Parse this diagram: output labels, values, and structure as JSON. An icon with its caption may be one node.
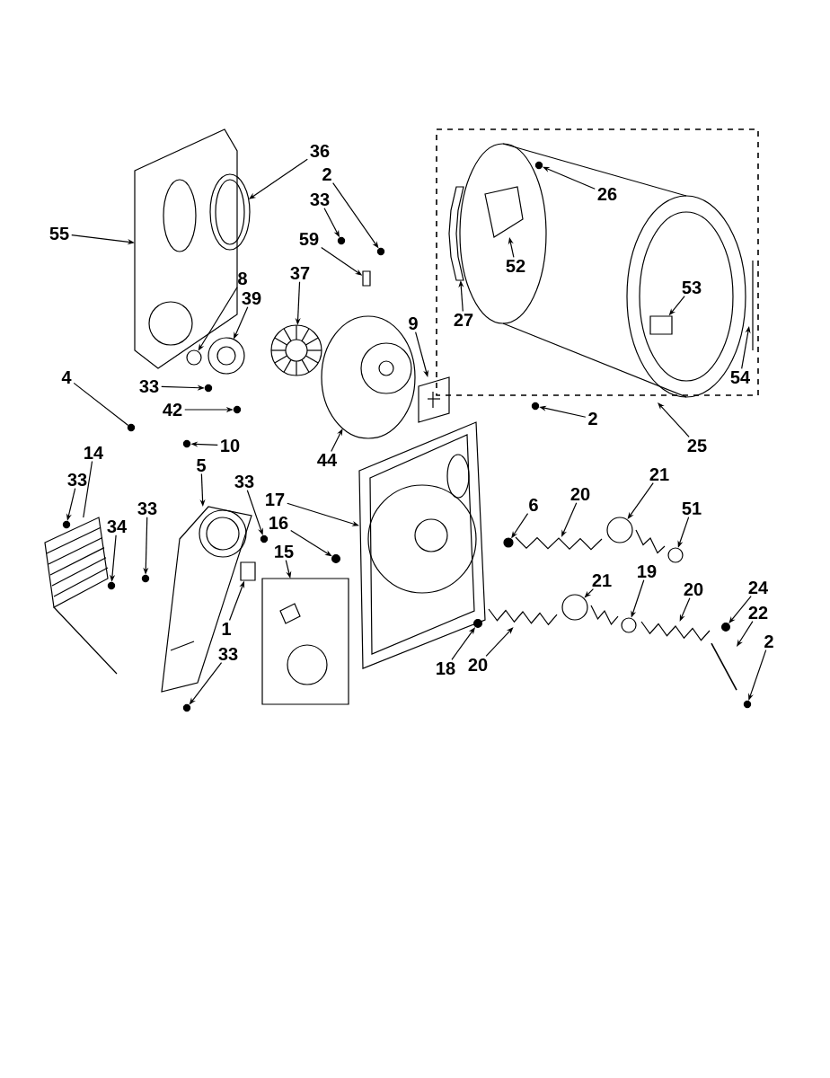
{
  "diagram": {
    "nodes": [
      {
        "text": [
          "55"
        ]
      },
      {
        "text": [
          "36"
        ]
      },
      {
        "text": [
          "2"
        ]
      },
      {
        "text": [
          "33"
        ]
      },
      {
        "text": [
          "59"
        ]
      },
      {
        "text": [
          "37"
        ]
      },
      {
        "text": [
          "8"
        ]
      },
      {
        "text": [
          "39"
        ]
      },
      {
        "text": [
          "9"
        ]
      },
      {
        "text": [
          "26"
        ]
      },
      {
        "text": [
          "52"
        ]
      },
      {
        "text": [
          "27"
        ]
      },
      {
        "text": [
          "53"
        ]
      },
      {
        "text": [
          "54"
        ]
      },
      {
        "text": [
          "4"
        ]
      },
      {
        "text": [
          "33"
        ]
      },
      {
        "text": [
          "42"
        ]
      },
      {
        "text": [
          "10"
        ]
      },
      {
        "text": [
          "44"
        ]
      },
      {
        "text": [
          "2"
        ]
      },
      {
        "text": [
          "25"
        ]
      },
      {
        "text": [
          "14"
        ]
      },
      {
        "text": [
          "33"
        ]
      },
      {
        "text": [
          "5"
        ]
      },
      {
        "text": [
          "34"
        ]
      },
      {
        "text": [
          "33"
        ]
      },
      {
        "text": [
          "33"
        ]
      },
      {
        "text": [
          "17"
        ]
      },
      {
        "text": [
          "16"
        ]
      },
      {
        "text": [
          "15"
        ]
      },
      {
        "text": [
          "1"
        ]
      },
      {
        "text": [
          "33"
        ]
      },
      {
        "text": [
          "6"
        ]
      },
      {
        "text": [
          "20"
        ]
      },
      {
        "text": [
          "21"
        ]
      },
      {
        "text": [
          "51"
        ]
      },
      {
        "text": [
          "21"
        ]
      },
      {
        "text": [
          "19"
        ]
      },
      {
        "text": [
          "20"
        ]
      },
      {
        "text": [
          "24"
        ]
      },
      {
        "text": [
          "22"
        ]
      },
      {
        "text": [
          "2"
        ]
      },
      {
        "text": [
          "18"
        ]
      },
      {
        "text": [
          "20"
        ]
      },
      {
        "text": [],
        "shape": "picture"
      },
      {
        "text": [],
        "shape": "picture"
      },
      {
        "text": [],
        "shape": "circle"
      },
      {
        "text": [],
        "shape": "circle"
      },
      {
        "text": [],
        "shape": "box"
      },
      {
        "text": [],
        "shape": "picture"
      },
      {
        "text": [],
        "shape": "circle"
      },
      {
        "text": [],
        "shape": "picture"
      },
      {
        "text": [],
        "shape": "picture"
      },
      {
        "text": [],
        "shape": "circle"
      },
      {
        "text": [],
        "shape": "picture"
      },
      {
        "text": [],
        "shape": "picture"
      },
      {
        "text": [],
        "shape": "box"
      },
      {
        "text": [],
        "shape": "picture"
      },
      {
        "text": [],
        "shape": "circle"
      },
      {
        "text": [],
        "shape": "circle"
      },
      {
        "text": [],
        "shape": "circle"
      },
      {
        "text": [],
        "shape": "circle"
      },
      {
        "text": [],
        "shape": "picture"
      },
      {
        "text": [],
        "shape": "circle"
      },
      {
        "text": [],
        "shape": "picture"
      },
      {
        "text": [],
        "shape": "circle"
      },
      {
        "text": [],
        "shape": "picture"
      },
      {
        "text": [],
        "shape": "circle"
      },
      {
        "text": [],
        "shape": "circle"
      },
      {
        "text": [],
        "shape": "circle"
      },
      {
        "text": [],
        "shape": "picture"
      },
      {
        "text": [],
        "shape": "circle"
      },
      {
        "text": [],
        "shape": "picture"
      },
      {
        "text": [],
        "shape": "box"
      },
      {
        "text": [],
        "shape": "circle"
      },
      {
        "text": [],
        "shape": "circle"
      },
      {
        "text": [],
        "shape": "picture"
      },
      {
        "text": [],
        "shape": "circle"
      },
      {
        "text": [],
        "shape": "circle"
      },
      {
        "text": [],
        "shape": "circle"
      },
      {
        "text": [],
        "shape": "circle"
      },
      {
        "text": [],
        "shape": "picture"
      },
      {
        "text": [],
        "shape": "circle"
      },
      {
        "text": [],
        "shape": "picture"
      },
      {
        "text": [],
        "shape": "circle"
      },
      {
        "text": [],
        "shape": "circle"
      },
      {
        "text": [],
        "shape": "picture"
      }
    ],
    "edges": [
      {
        "from": 0,
        "to": 44,
        "arrow": "to"
      },
      {
        "from": 1,
        "to": 45,
        "arrow": "to"
      },
      {
        "from": 2,
        "to": 46,
        "arrow": "to"
      },
      {
        "from": 3,
        "to": 47,
        "arrow": "to"
      },
      {
        "from": 4,
        "to": 48,
        "arrow": "to"
      },
      {
        "from": 5,
        "to": 49,
        "arrow": "to"
      },
      {
        "from": 6,
        "to": 50,
        "arrow": "to"
      },
      {
        "from": 7,
        "to": 51,
        "arrow": "to"
      },
      {
        "from": 8,
        "to": 52,
        "arrow": "to"
      },
      {
        "from": 9,
        "to": 53,
        "arrow": "to"
      },
      {
        "from": 10,
        "to": 54,
        "arrow": "to"
      },
      {
        "from": 11,
        "to": 55,
        "arrow": "to"
      },
      {
        "from": 12,
        "to": 56,
        "arrow": "to"
      },
      {
        "from": 13,
        "to": 57,
        "arrow": "to"
      },
      {
        "from": 14,
        "to": 58,
        "arrow": "none"
      },
      {
        "from": 15,
        "to": 59,
        "arrow": "to"
      },
      {
        "from": 16,
        "to": 60,
        "arrow": "to"
      },
      {
        "from": 17,
        "to": 61,
        "arrow": "to"
      },
      {
        "from": 18,
        "to": 62,
        "arrow": "to"
      },
      {
        "from": 19,
        "to": 63,
        "arrow": "to"
      },
      {
        "from": 20,
        "to": null,
        "arrow": "to"
      },
      {
        "from": 21,
        "to": 64,
        "arrow": "none"
      },
      {
        "from": 22,
        "to": 65,
        "arrow": "to"
      },
      {
        "from": 23,
        "to": 66,
        "arrow": "to"
      },
      {
        "from": 24,
        "to": 67,
        "arrow": "to"
      },
      {
        "from": 25,
        "to": 68,
        "arrow": "to"
      },
      {
        "from": 26,
        "to": 69,
        "arrow": "to"
      },
      {
        "from": 27,
        "to": 70,
        "arrow": "to"
      },
      {
        "from": 28,
        "to": 71,
        "arrow": "to"
      },
      {
        "from": 29,
        "to": 72,
        "arrow": "to"
      },
      {
        "from": 30,
        "to": 73,
        "arrow": "to"
      },
      {
        "from": 31,
        "to": 74,
        "arrow": "to"
      },
      {
        "from": 32,
        "to": 75,
        "arrow": "to"
      },
      {
        "from": 33,
        "to": 76,
        "arrow": "to"
      },
      {
        "from": 34,
        "to": 77,
        "arrow": "to"
      },
      {
        "from": 35,
        "to": 78,
        "arrow": "to"
      },
      {
        "from": 36,
        "to": 79,
        "arrow": "to"
      },
      {
        "from": 37,
        "to": 80,
        "arrow": "to"
      },
      {
        "from": 38,
        "to": 81,
        "arrow": "to"
      },
      {
        "from": 39,
        "to": 82,
        "arrow": "to"
      },
      {
        "from": 40,
        "to": 83,
        "arrow": "to"
      },
      {
        "from": 41,
        "to": 84,
        "arrow": "to"
      },
      {
        "from": 42,
        "to": 85,
        "arrow": "to"
      },
      {
        "from": 43,
        "to": 86,
        "arrow": "to"
      }
    ]
  }
}
